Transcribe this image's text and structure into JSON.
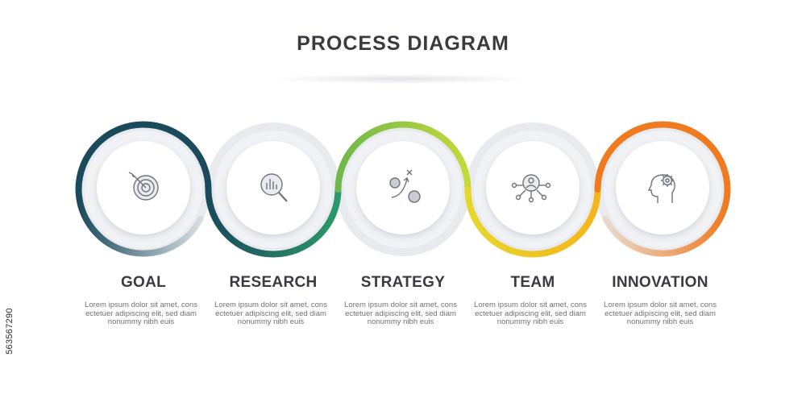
{
  "title": "PROCESS DIAGRAM",
  "side_id": "563567290",
  "steps": [
    {
      "label": "GOAL",
      "icon": "target-icon",
      "desc1": "Lorem ipsum dolor sit amet, cons",
      "desc2": "ectetuer adipiscing elit, sed diam",
      "desc3": "nonummy nibh euis"
    },
    {
      "label": "RESEARCH",
      "icon": "magnifier-chart-icon",
      "desc1": "Lorem ipsum dolor sit amet, cons",
      "desc2": "ectetuer adipiscing elit, sed diam",
      "desc3": "nonummy nibh euis"
    },
    {
      "label": "STRATEGY",
      "icon": "strategy-icon",
      "desc1": "Lorem ipsum dolor sit amet, cons",
      "desc2": "ectetuer adipiscing elit, sed diam",
      "desc3": "nonummy nibh euis"
    },
    {
      "label": "TEAM",
      "icon": "team-network-icon",
      "desc1": "Lorem ipsum dolor sit amet, cons",
      "desc2": "ectetuer adipiscing elit, sed diam",
      "desc3": "nonummy nibh euis"
    },
    {
      "label": "INNOVATION",
      "icon": "head-gear-icon",
      "desc1": "Lorem ipsum dolor sit amet, cons",
      "desc2": "ectetuer adipiscing elit, sed diam",
      "desc3": "nonummy nibh euis"
    }
  ],
  "colors": {
    "goal": "#1a4a5c",
    "research": "#1c8a6c",
    "strategy": "#a8cf3e",
    "team": "#f5c21b",
    "innovation": "#f07a1f",
    "text": "#3a3b40",
    "ring_grey": "#eceef2"
  }
}
